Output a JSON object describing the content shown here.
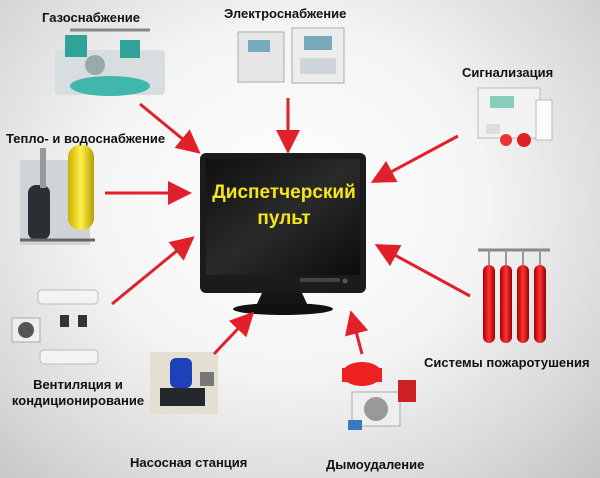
{
  "center": {
    "line1": "Диспетчерский",
    "line2": "пульт"
  },
  "nodes": {
    "gas": "Газоснабжение",
    "power": "Электроснабжение",
    "alarm": "Сигнализация",
    "heat_water": "Тепло- и водоснабжение",
    "fire": "Системы пожаротушения",
    "vent_line1": "Вентиляция и",
    "vent_line2": "кондиционирование",
    "pump": "Насосная станция",
    "smoke": "Дымоудаление"
  },
  "colors": {
    "arrow": "#e0202a",
    "screen_text": "#f5e61a",
    "monitor_bezel": "#1b1b1b"
  }
}
